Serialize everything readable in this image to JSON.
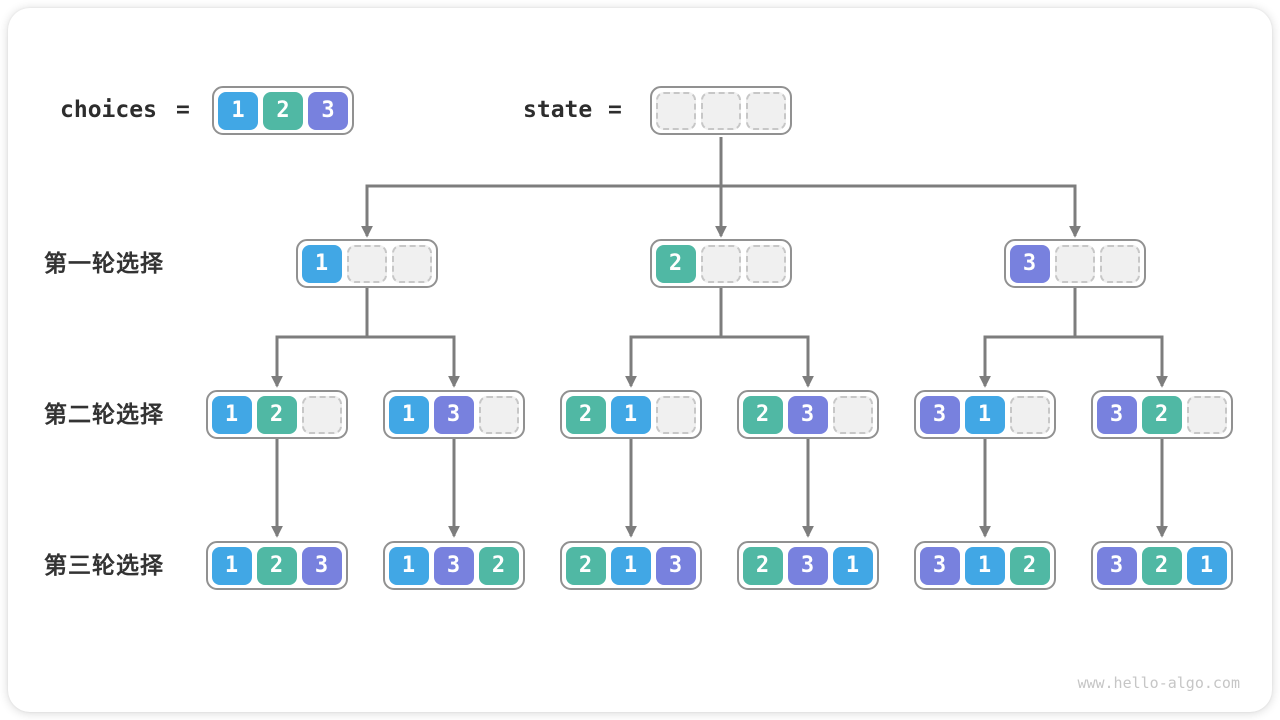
{
  "colors": {
    "1": "#41a7e5",
    "2": "#50b8a4",
    "3": "#7881de",
    "arrow": "#7d7d7d",
    "box_border": "#919191",
    "empty_cell_fill": "#f0f0f0",
    "empty_cell_border": "#c7c7c7"
  },
  "header": {
    "choices_label": "choices",
    "eq": "=",
    "choices_values": [
      1,
      2,
      3
    ],
    "state_label": "state",
    "state_values": [
      null,
      null,
      null
    ]
  },
  "rows": [
    {
      "label": "第一轮选择",
      "boxes": [
        [
          1,
          null,
          null
        ],
        [
          2,
          null,
          null
        ],
        [
          3,
          null,
          null
        ]
      ]
    },
    {
      "label": "第二轮选择",
      "boxes": [
        [
          1,
          2,
          null
        ],
        [
          1,
          3,
          null
        ],
        [
          2,
          1,
          null
        ],
        [
          2,
          3,
          null
        ],
        [
          3,
          1,
          null
        ],
        [
          3,
          2,
          null
        ]
      ]
    },
    {
      "label": "第三轮选择",
      "boxes": [
        [
          1,
          2,
          3
        ],
        [
          1,
          3,
          2
        ],
        [
          2,
          1,
          3
        ],
        [
          2,
          3,
          1
        ],
        [
          3,
          1,
          2
        ],
        [
          3,
          2,
          1
        ]
      ]
    }
  ],
  "footer": {
    "watermark": "www.hello-algo.com"
  }
}
